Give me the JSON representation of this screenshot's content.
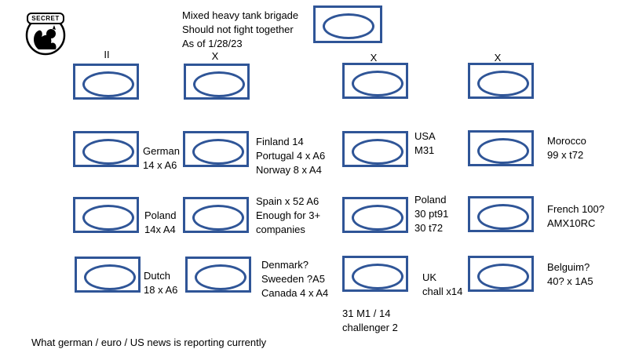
{
  "header": {
    "badge": "SECRET",
    "title_lines": [
      "Mixed heavy tank brigade",
      "Should not fight together",
      "As of 1/28/23"
    ]
  },
  "echelons": [
    "II",
    "X",
    "X",
    "X"
  ],
  "columns": [
    {
      "labels": [
        [
          "German",
          "14 x A6"
        ],
        [
          "Poland",
          "14x A4"
        ],
        [
          "Dutch",
          "18 x A6"
        ]
      ]
    },
    {
      "labels": [
        [
          "Finland 14",
          "Portugal 4 x A6",
          "Norway 8 x A4"
        ],
        [
          "Spain x 52 A6",
          "Enough for 3+",
          "companies"
        ],
        [
          "Denmark?",
          "Sweeden ?A5",
          "Canada 4 x A4"
        ]
      ]
    },
    {
      "labels": [
        [
          "USA",
          "M31"
        ],
        [
          "Poland",
          "30 pt91",
          "30 t72"
        ],
        [
          "UK",
          "chall x14"
        ]
      ],
      "bottom_note": [
        "31 M1 / 14",
        "challenger 2"
      ]
    },
    {
      "labels": [
        [
          "Morocco",
          "99 x t72"
        ],
        [
          "French 100?",
          "AMX10RC"
        ],
        [
          "Belguim?",
          "40? x 1A5"
        ]
      ]
    }
  ],
  "footer": "What german / euro / US news is reporting currently",
  "colors": {
    "unit_border": "#2f5597"
  }
}
